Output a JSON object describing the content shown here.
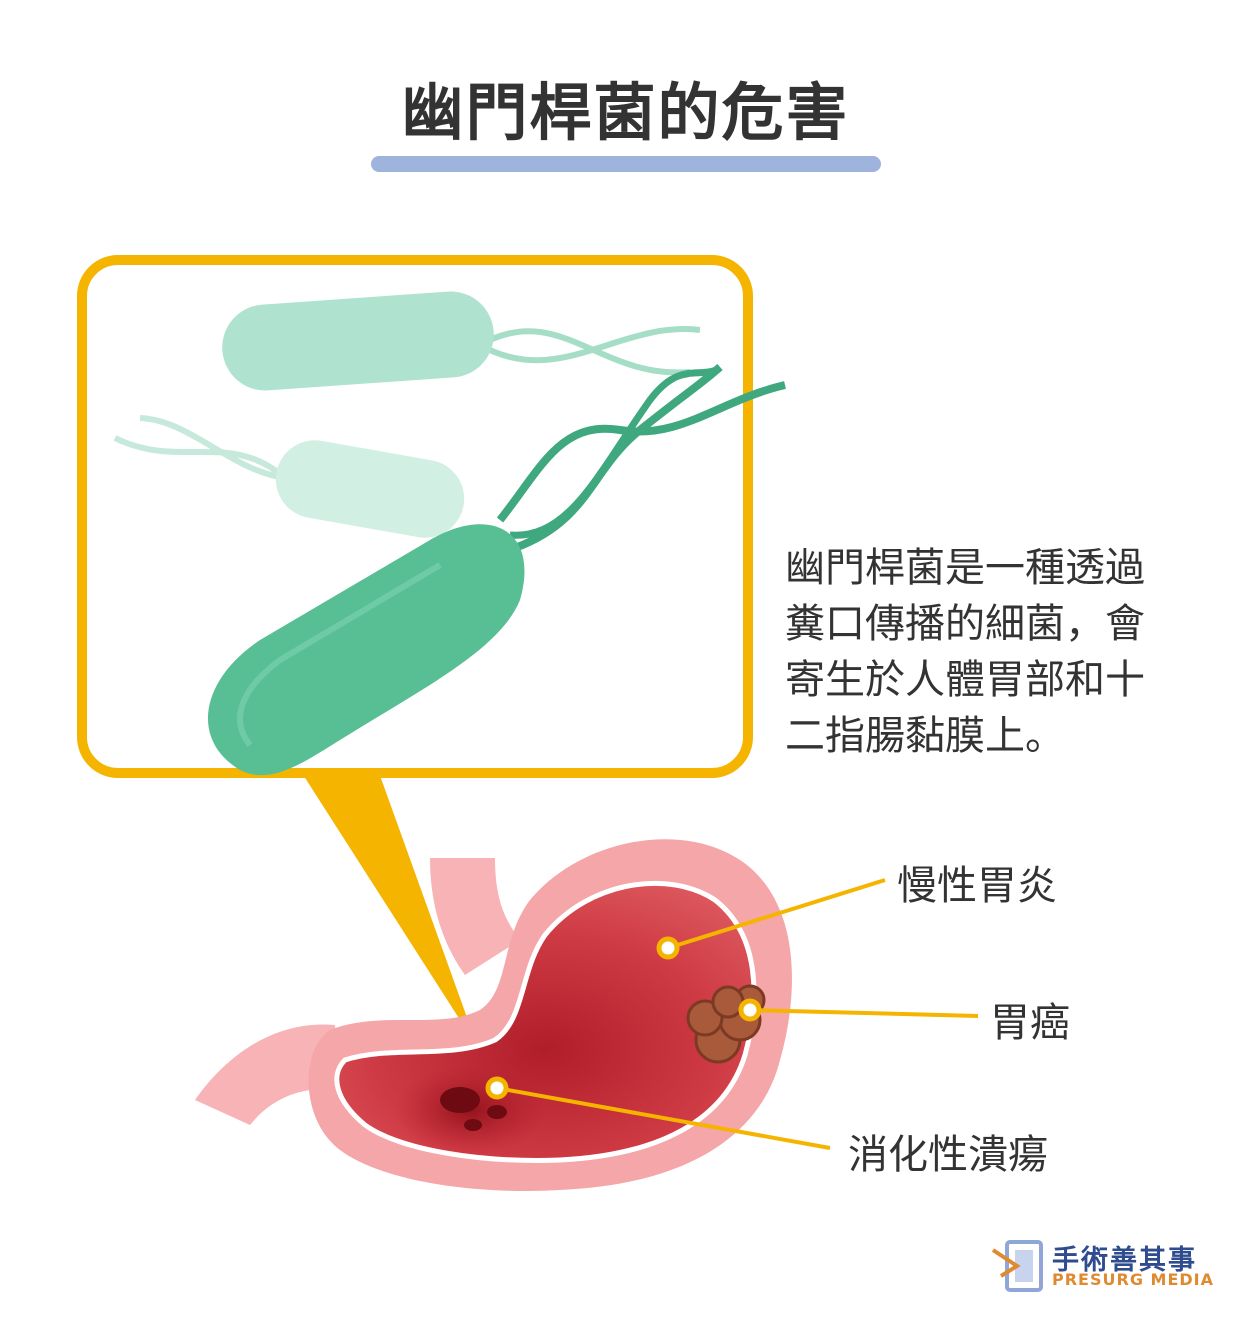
{
  "title": "幽門桿菌的危害",
  "description_lines": [
    "幽門桿菌是一種透過",
    "糞口傳播的細菌，會",
    "寄生於人體胃部和十",
    "二指腸黏膜上。"
  ],
  "labels": {
    "chronic_gastritis": "慢性胃炎",
    "gastric_cancer": "胃癌",
    "peptic_ulcer": "消化性潰瘍"
  },
  "logo": {
    "chinese": "手術善其事",
    "english": "PRESURG MEDIA"
  },
  "colors": {
    "title_underline": "#9fb4dc",
    "callout_border": "#f5b400",
    "bacteria": "#5ec39b",
    "stomach_outer": "#f3a0a3",
    "stomach_inner": "#c9303a",
    "leader_line": "#f5b400"
  }
}
